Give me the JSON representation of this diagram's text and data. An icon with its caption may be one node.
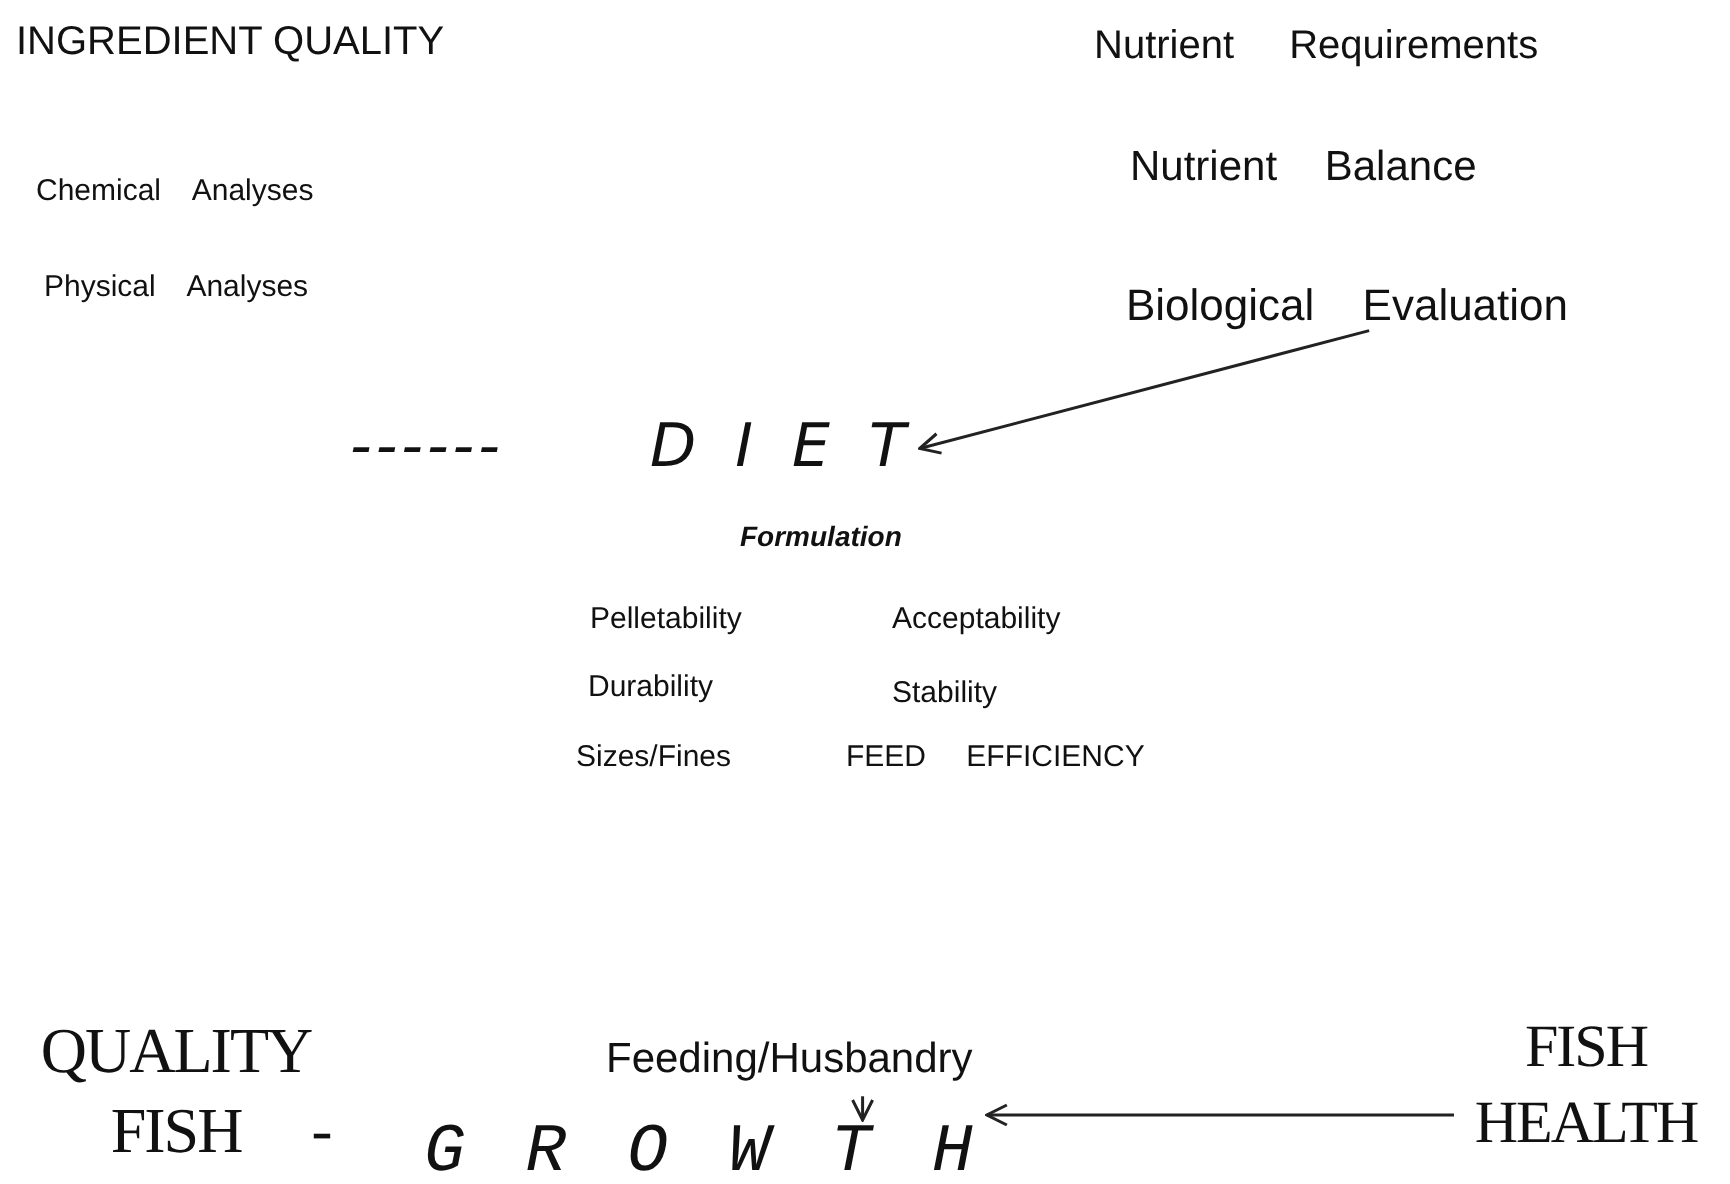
{
  "diagram": {
    "nodes": [
      {
        "text": [
          "Biological Evaluation"
        ]
      },
      {
        "text": [
          "D I E T"
        ]
      },
      {
        "text": [
          "Feeding/Husbandry"
        ]
      },
      {
        "text": [
          "G R O W T H"
        ]
      },
      {
        "text": [
          "FISH HEALTH"
        ]
      }
    ],
    "edges": [
      {
        "from": 0,
        "to": 1,
        "arrow": "to"
      },
      {
        "from": 2,
        "to": 3,
        "arrow": "to"
      },
      {
        "from": 4,
        "to": 3,
        "arrow": "to"
      }
    ],
    "labels": [
      "INGREDIENT QUALITY",
      "Nutrient Requirements",
      "Nutrient Balance",
      "Chemical Analyses",
      "Physical Analyses",
      "------",
      "Formulation",
      "Pelletability",
      "Acceptability",
      "Durability",
      "Stability",
      "Sizes/Fines",
      "FEED EFFICIENCY",
      "QUALITY FISH",
      "-"
    ]
  }
}
